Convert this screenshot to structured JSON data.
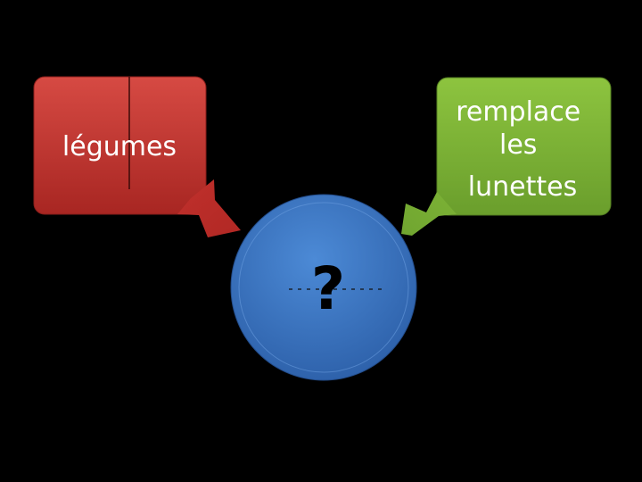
{
  "diagram": {
    "left_box": {
      "label_lines": [
        "légumes"
      ],
      "color": "#c8312f"
    },
    "right_box": {
      "label_lines": [
        "remplace",
        "les",
        "lunettes"
      ],
      "color": "#7fb23a"
    },
    "center_circle": {
      "label": "?",
      "color": "#3a74c4"
    }
  }
}
